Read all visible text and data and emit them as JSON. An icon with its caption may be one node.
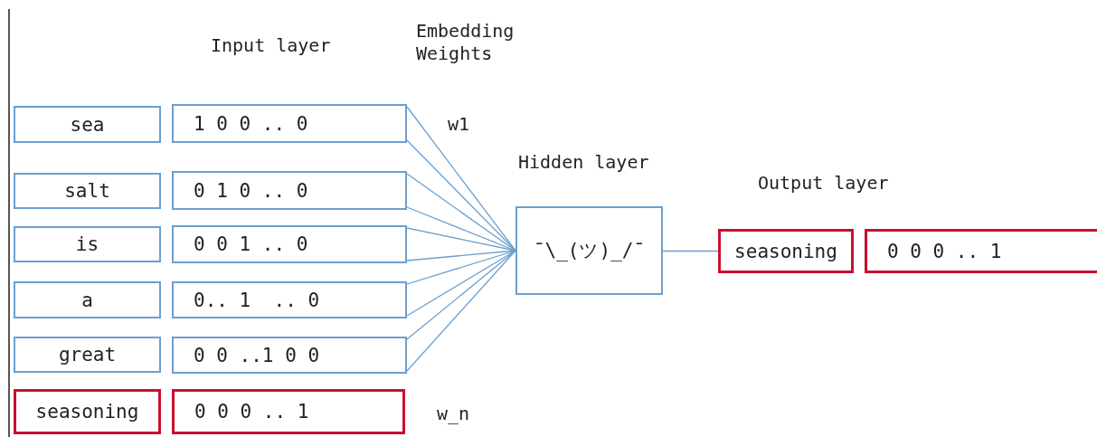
{
  "diagram": {
    "nodes": [
      {
        "text": [
          "sea"
        ]
      },
      {
        "text": [
          "1 0 0 .. 0"
        ]
      },
      {
        "text": [
          "salt"
        ]
      },
      {
        "text": [
          "0 1 0 .. 0"
        ]
      },
      {
        "text": [
          "is"
        ]
      },
      {
        "text": [
          "0 0 1 .. 0"
        ]
      },
      {
        "text": [
          "a"
        ]
      },
      {
        "text": [
          "0.. 1  .. 0"
        ]
      },
      {
        "text": [
          "great"
        ]
      },
      {
        "text": [
          "0 0 ..1 0 0"
        ]
      },
      {
        "text": [
          "seasoning"
        ]
      },
      {
        "text": [
          "0 0 0 .. 1"
        ]
      },
      {
        "text": [
          "¯\\_(ツ)_/¯"
        ]
      },
      {
        "text": [
          "seasoning"
        ]
      },
      {
        "text": [
          "0 0 0 .. 1"
        ]
      }
    ],
    "edges": [
      {
        "from": 1,
        "to": 12,
        "arrow": "none"
      },
      {
        "from": 1,
        "to": 12,
        "arrow": "none"
      },
      {
        "from": 3,
        "to": 12,
        "arrow": "none"
      },
      {
        "from": 3,
        "to": 12,
        "arrow": "none"
      },
      {
        "from": 5,
        "to": 12,
        "arrow": "none"
      },
      {
        "from": 5,
        "to": 12,
        "arrow": "none"
      },
      {
        "from": 7,
        "to": 12,
        "arrow": "none"
      },
      {
        "from": 7,
        "to": 12,
        "arrow": "none"
      },
      {
        "from": 9,
        "to": 12,
        "arrow": "none"
      },
      {
        "from": 9,
        "to": 12,
        "arrow": "none"
      },
      {
        "from": 12,
        "to": 13,
        "arrow": "none"
      }
    ],
    "labels": [
      "Input layer",
      "Embedding Weights",
      "w1",
      "Hidden layer",
      "Output layer",
      "w_n"
    ]
  }
}
